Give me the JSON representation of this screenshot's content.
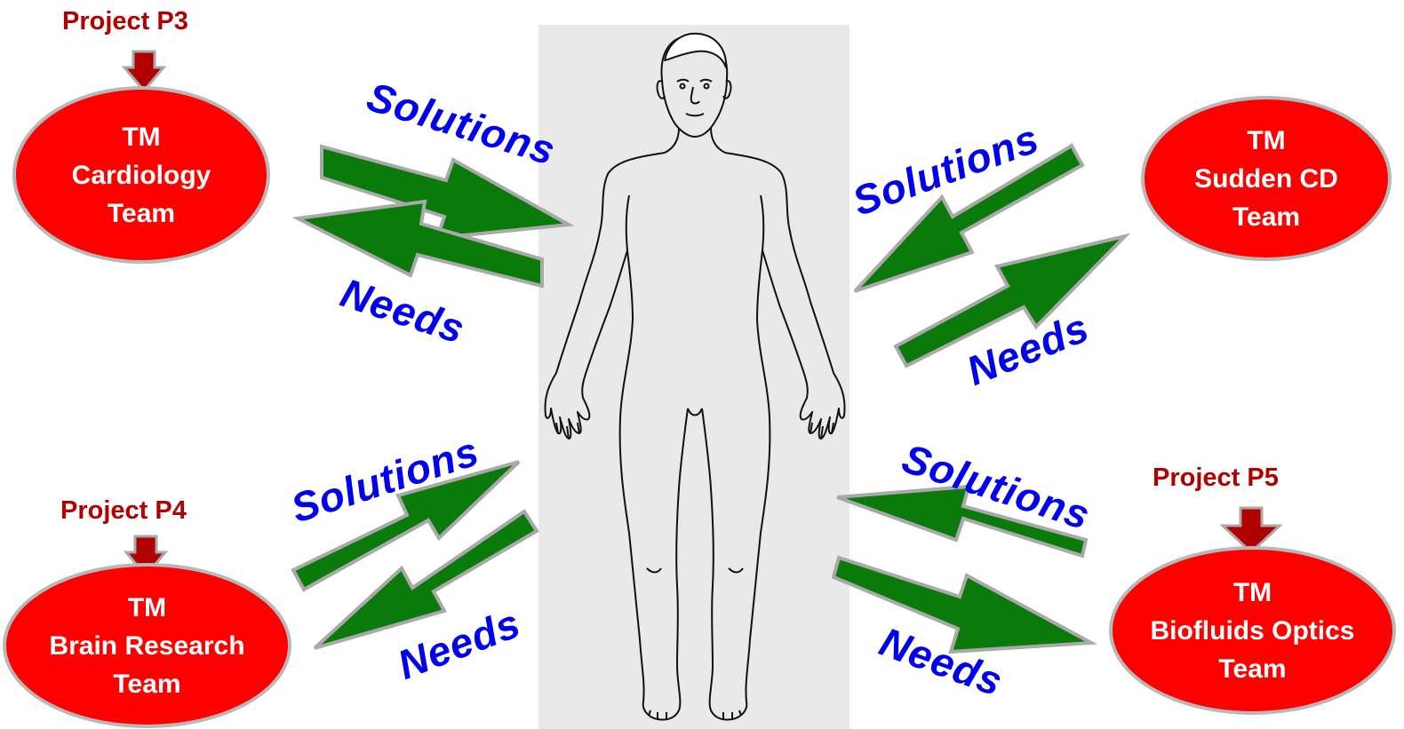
{
  "projects": {
    "p3": "Project P3",
    "p4": "Project P4",
    "p5": "Project P5"
  },
  "teams": {
    "cardiology": [
      "TM",
      "Cardiology",
      "Team"
    ],
    "sudden_cd": [
      "TM",
      "Sudden CD",
      "Team"
    ],
    "brain_research": [
      "TM",
      "Brain Research",
      "Team"
    ],
    "biofluids_optics": [
      "TM",
      "Biofluids Optics",
      "Team"
    ]
  },
  "labels": {
    "solutions": "Solutions",
    "needs": "Needs"
  },
  "colors": {
    "team_fill": "#ff0000",
    "team_border": "#b8b8b8",
    "project_text": "#b00000",
    "label_text": "#0000ee",
    "arrow_fill": "#0a7a0a",
    "arrow_outline": "#a9a9a9",
    "panel": "#e9e9e9"
  },
  "icons": {
    "figure": "human-body-outline-icon",
    "arrow": "green-block-arrow-icon",
    "project_arrow": "dark-red-down-arrow-icon"
  }
}
